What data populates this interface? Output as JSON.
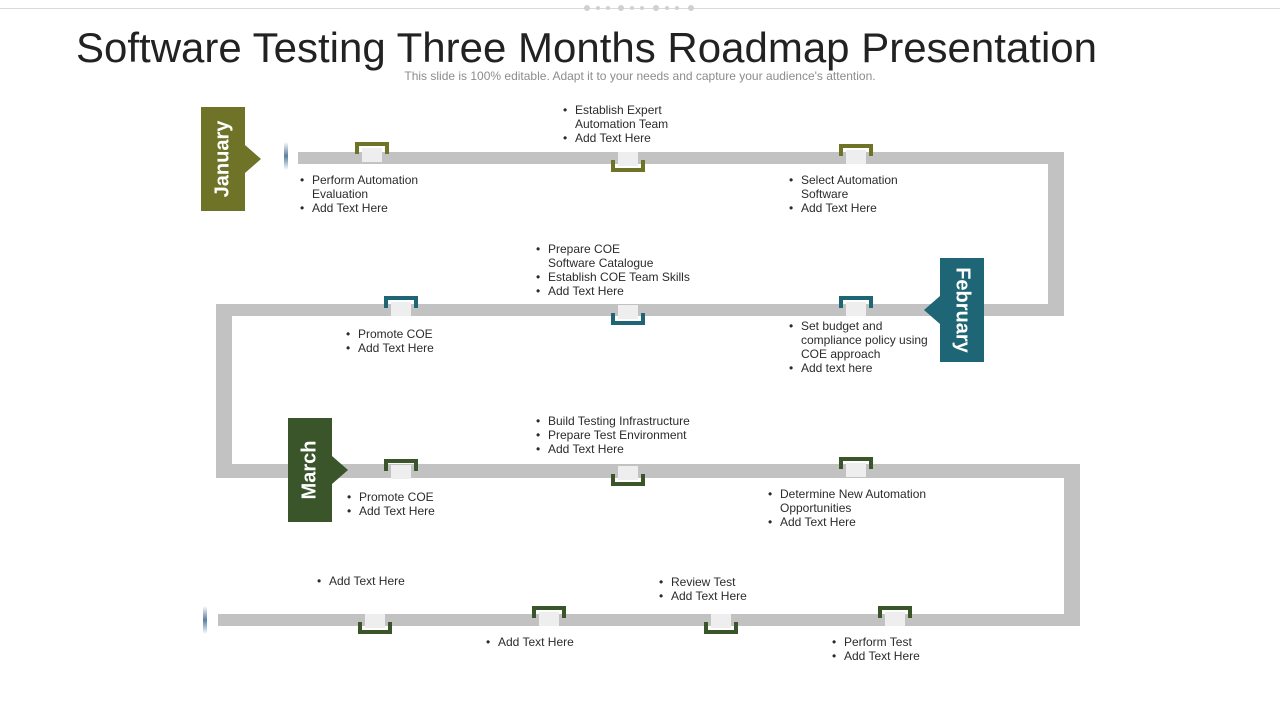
{
  "header": {
    "title": "Software Testing Three Months Roadmap Presentation",
    "subtitle": "This slide is 100% editable. Adapt it to your needs and capture your audience's attention."
  },
  "colors": {
    "january": "#6e7328",
    "february": "#1e6575",
    "march": "#3a5529",
    "track": "#c2c2c2"
  },
  "months": {
    "january": "January",
    "february": "February",
    "march": "March"
  },
  "items": {
    "jan_1": [
      "Perform Automation",
      "Evaluation",
      "Add Text Here"
    ],
    "jan_2": [
      "Establish Expert",
      "Automation Team",
      "Add Text Here"
    ],
    "jan_3": [
      "Select Automation",
      "Software",
      "Add Text Here"
    ],
    "feb_1": [
      "Set budget and",
      "compliance policy using",
      "COE approach",
      "Add text here"
    ],
    "feb_2": [
      "Prepare COE",
      "Software Catalogue",
      "Establish COE Team Skills",
      "Add Text Here"
    ],
    "feb_3": [
      "Promote COE",
      "Add Text Here"
    ],
    "mar_1": [
      "Promote COE",
      "Add Text Here"
    ],
    "mar_2": [
      "Build Testing Infrastructure",
      "Prepare Test Environment",
      "Add Text Here"
    ],
    "mar_3": [
      "Determine New Automation",
      "Opportunities",
      "Add Text Here"
    ],
    "fin_1": [
      "Add Text Here"
    ],
    "fin_2": [
      "Add Text Here"
    ],
    "fin_3": [
      "Review Test",
      "Add Text Here"
    ],
    "fin_4": [
      "Perform Test",
      "Add Text Here"
    ]
  }
}
